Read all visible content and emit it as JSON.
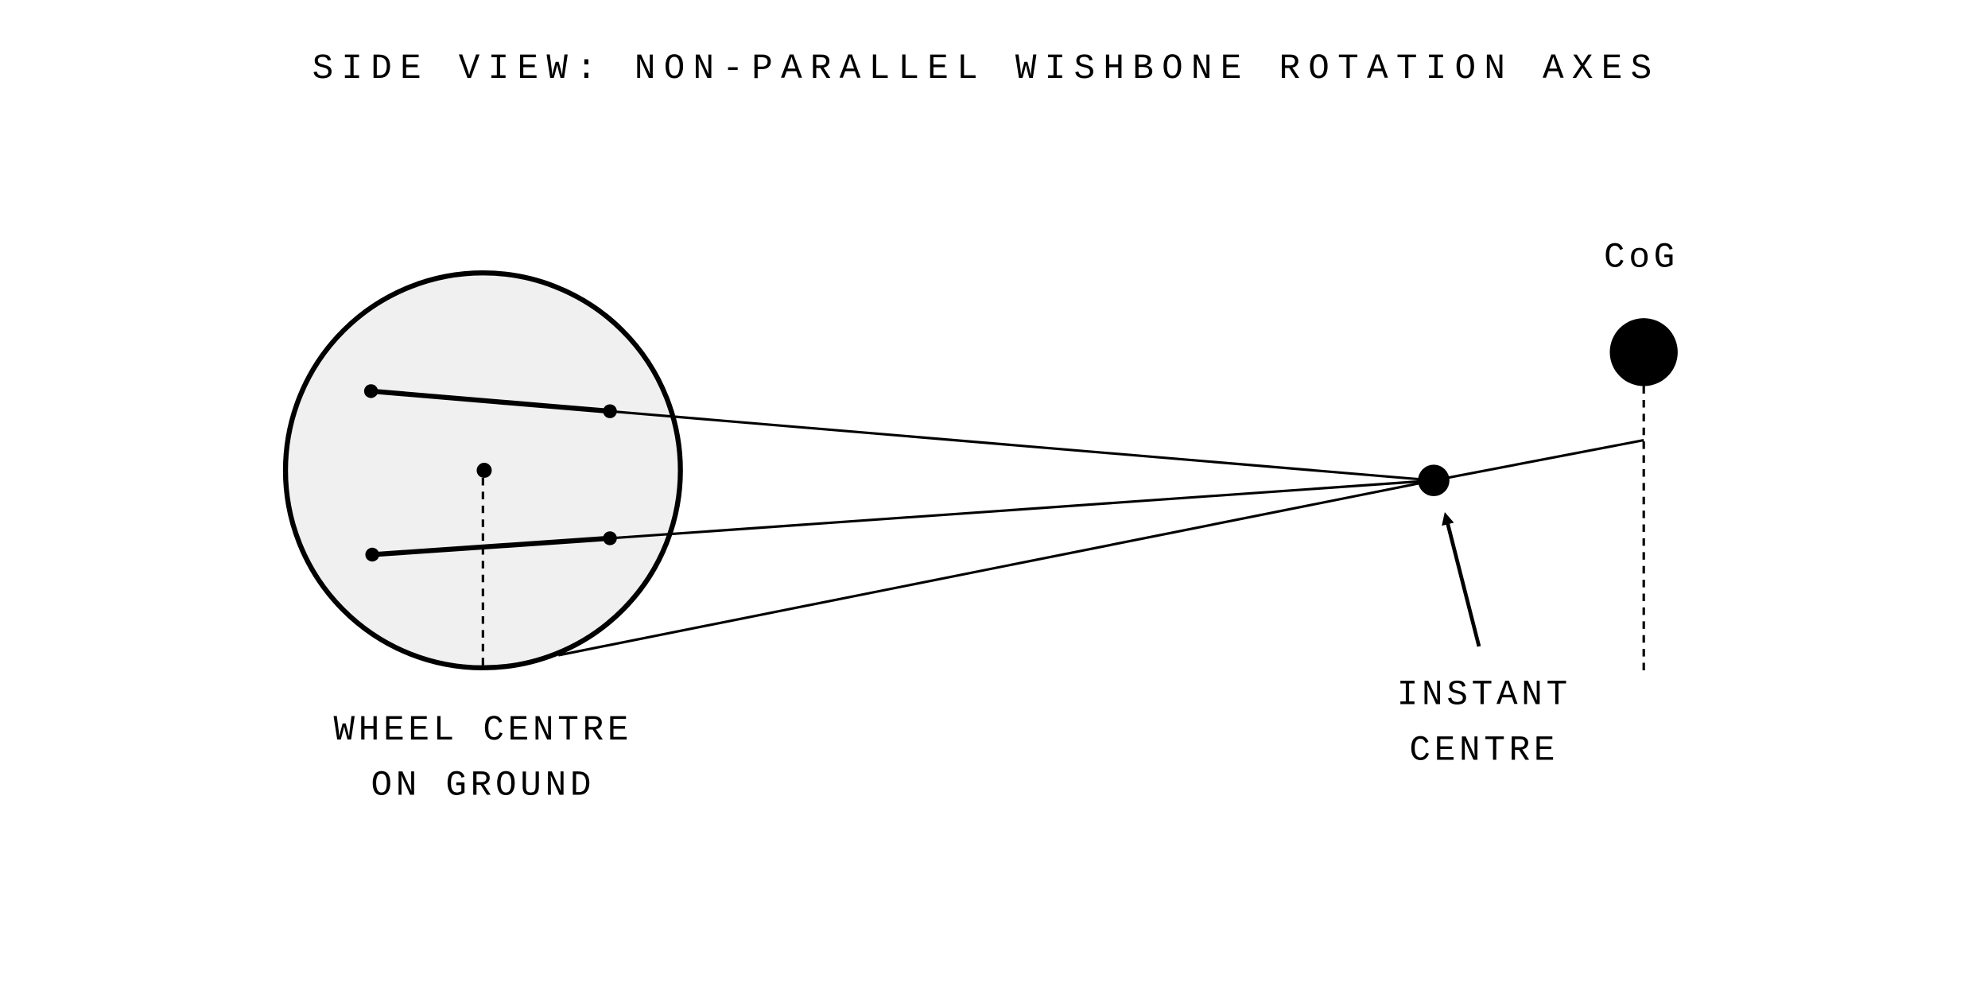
{
  "title": "SIDE VIEW: NON-PARALLEL WISHBONE ROTATION AXES",
  "labels": {
    "cog": "CoG",
    "instant_centre": [
      "INSTANT",
      "CENTRE"
    ],
    "wheel_centre": [
      "WHEEL CENTRE",
      "ON GROUND"
    ]
  },
  "colors": {
    "ink": "#000000",
    "wheel_fill": "#f0f0f0",
    "background": "#ffffff"
  }
}
